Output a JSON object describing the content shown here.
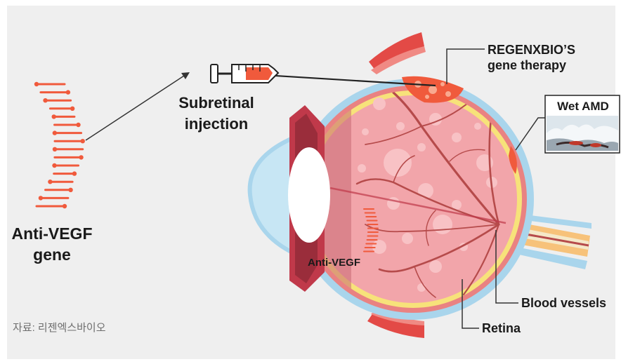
{
  "labels": {
    "gene": "Anti-VEGF\ngene",
    "injection": "Subretinal\ninjection",
    "company": "REGENXBIO’S\ngene therapy",
    "wet_amd": "Wet AMD",
    "anti_vegf_inside": "Anti-VEGF",
    "blood_vessels": "Blood vessels",
    "retina": "Retina"
  },
  "source": "자료: 리젠엑스바이오",
  "colors": {
    "background": "#efefef",
    "dna": "#f05a3c",
    "sclera": "#a9d5ec",
    "retina": "#f7e27a",
    "eye_interior": "#f2a5aa",
    "vessel": "#b64b4b",
    "lens": "#ffffff",
    "muscle": "#e34a46"
  },
  "icons": [
    "syringe-icon",
    "dna-icon",
    "eye-icon",
    "retina-thumbnail"
  ]
}
